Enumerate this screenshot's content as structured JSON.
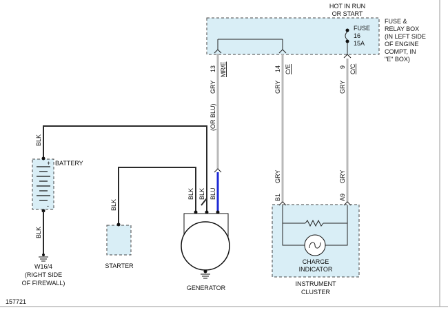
{
  "power": {
    "line1": "HOT IN RUN",
    "line2": "OR START"
  },
  "fuse_box": {
    "lines": [
      "FUSE &",
      "RELAY BOX",
      "(IN LEFT SIDE",
      "OF ENGINE",
      "COMPT, IN",
      "\"E\" BOX)"
    ],
    "fuse_label": [
      "FUSE",
      "16",
      "15A"
    ]
  },
  "pins": {
    "p13": "13",
    "p13_conn": "MR/E",
    "p14": "14",
    "p14_conn": "C/E",
    "p9": "9",
    "p9_conn": "C/C",
    "b1": "B1",
    "a9": "A9"
  },
  "wires": {
    "gry": "GRY",
    "or_blu": "(OR BLU)",
    "blk": "BLK",
    "blu": "BLU"
  },
  "battery": {
    "label": "BATTERY",
    "plus": "+",
    "minus": "-"
  },
  "ground": {
    "line1": "W16/4",
    "line2": "(RIGHT SIDE",
    "line3": "OF FIREWALL)"
  },
  "starter": {
    "label": "STARTER"
  },
  "generator": {
    "label": "GENERATOR"
  },
  "cluster": {
    "indicator1": "CHARGE",
    "indicator2": "INDICATOR",
    "label1": "INSTRUMENT",
    "label2": "CLUSTER"
  },
  "figure_id": "157721",
  "colors": {
    "gry_wire": "#b9b9b9",
    "blu_wire": "#1e2bd6",
    "box_fill": "#d9eef6"
  }
}
